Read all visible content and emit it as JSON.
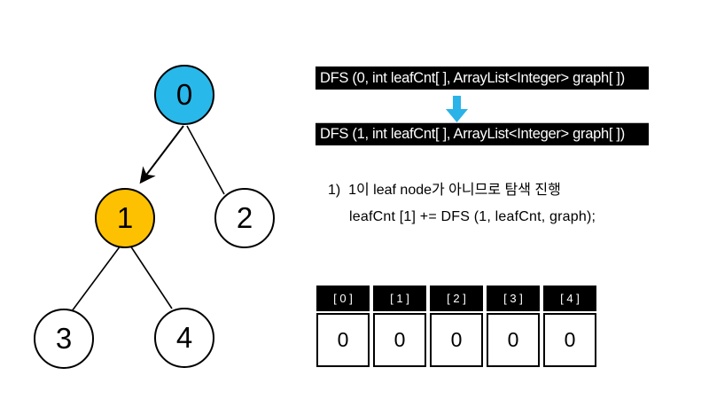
{
  "tree": {
    "nodes": [
      {
        "label": "0",
        "color": "#29b8ea"
      },
      {
        "label": "1",
        "color": "#fdc101"
      },
      {
        "label": "2",
        "color": "#ffffff"
      },
      {
        "label": "3",
        "color": "#ffffff"
      },
      {
        "label": "4",
        "color": "#ffffff"
      }
    ]
  },
  "code_boxes": {
    "box1": "DFS (0, int leafCnt[ ], ArrayList<Integer> graph[ ])",
    "box2": "DFS (1, int leafCnt[ ], ArrayList<Integer> graph[ ])",
    "arrow_color": "#29b3e8"
  },
  "notes": {
    "line1": "1)  1이 leaf node가 아니므로 탐색 진행",
    "line2": "leafCnt [1] += DFS (1, leafCnt, graph);"
  },
  "array_table": {
    "headers": [
      "[ 0 ]",
      "[ 1 ]",
      "[ 2 ]",
      "[ 3 ]",
      "[ 4 ]"
    ],
    "values": [
      "0",
      "0",
      "0",
      "0",
      "0"
    ]
  }
}
